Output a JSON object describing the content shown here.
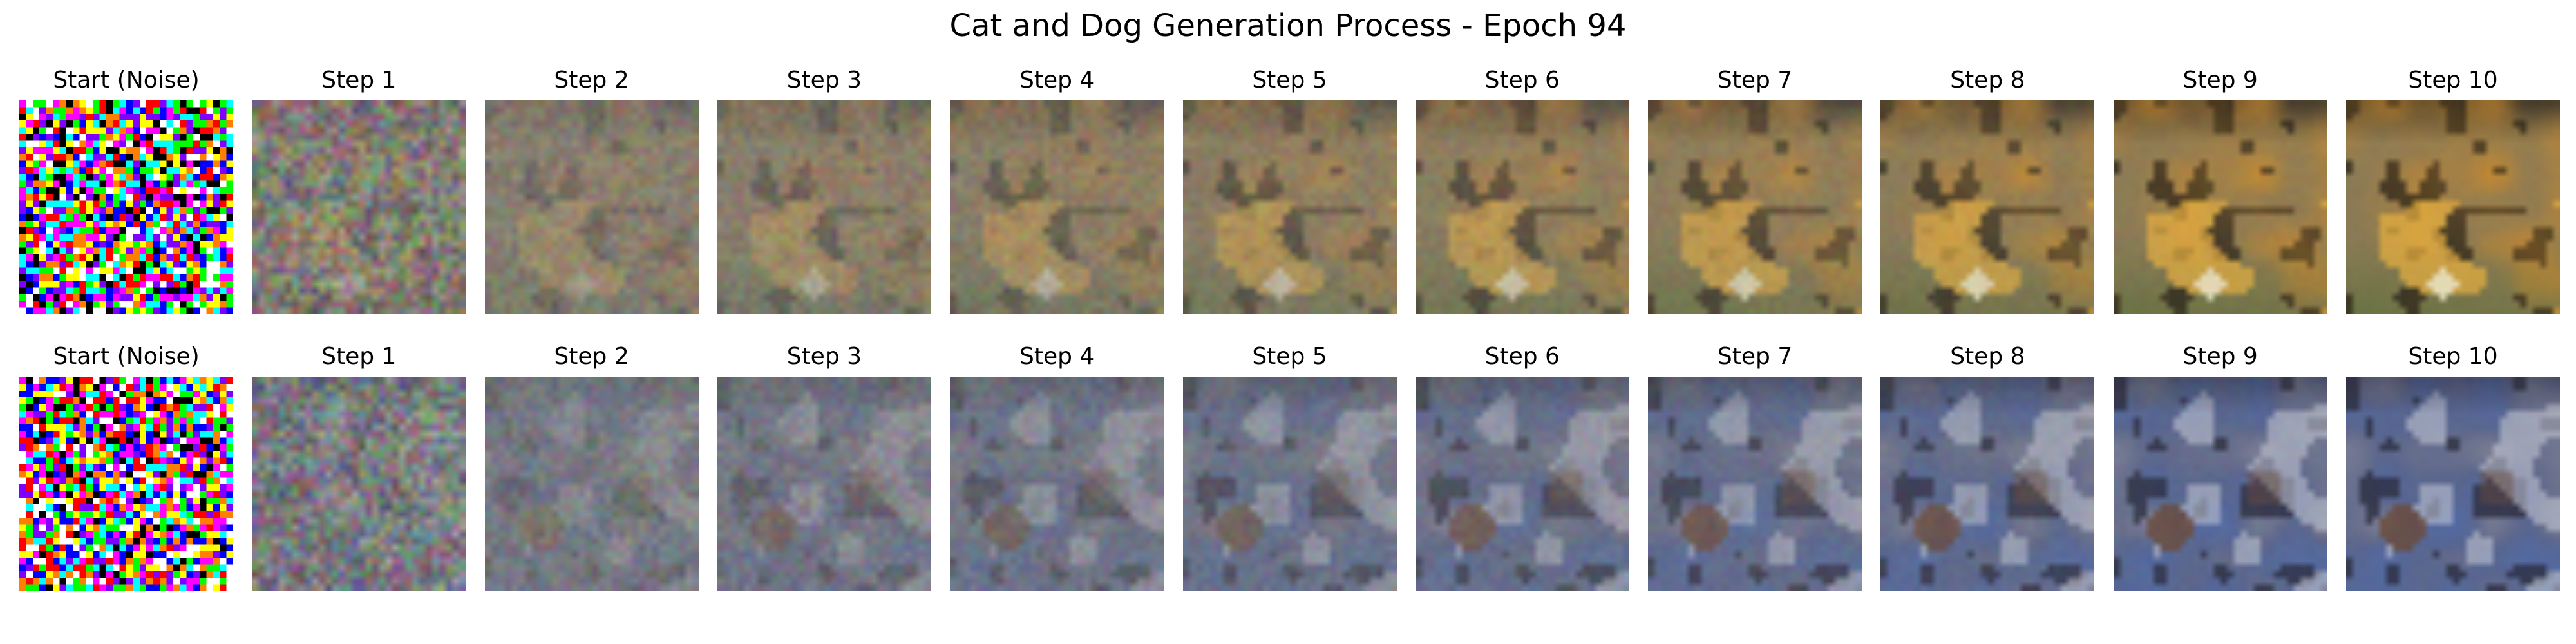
{
  "figure": {
    "title": "Cat and Dog Generation Process - Epoch 94"
  },
  "rows": [
    {
      "panels": [
        {
          "label": "Start (Noise)",
          "kind": "noise",
          "progress": 0.0
        },
        {
          "label": "Step 1",
          "kind": "generated",
          "progress": 0.1
        },
        {
          "label": "Step 2",
          "kind": "generated",
          "progress": 0.2
        },
        {
          "label": "Step 3",
          "kind": "generated",
          "progress": 0.3
        },
        {
          "label": "Step 4",
          "kind": "generated",
          "progress": 0.4
        },
        {
          "label": "Step 5",
          "kind": "generated",
          "progress": 0.5
        },
        {
          "label": "Step 6",
          "kind": "generated",
          "progress": 0.6
        },
        {
          "label": "Step 7",
          "kind": "generated",
          "progress": 0.7
        },
        {
          "label": "Step 8",
          "kind": "generated",
          "progress": 0.8
        },
        {
          "label": "Step 9",
          "kind": "generated",
          "progress": 0.9
        },
        {
          "label": "Step 10",
          "kind": "generated",
          "progress": 1.0
        }
      ],
      "palette": {
        "background": "#8a7a55",
        "subject": "#c98a2e",
        "highlight": "#e8b040",
        "dark": "#2c2418",
        "foliage": "#5a6e3a",
        "light": "#e8e4c8"
      }
    },
    {
      "panels": [
        {
          "label": "Start (Noise)",
          "kind": "noise",
          "progress": 0.0
        },
        {
          "label": "Step 1",
          "kind": "generated",
          "progress": 0.1
        },
        {
          "label": "Step 2",
          "kind": "generated",
          "progress": 0.2
        },
        {
          "label": "Step 3",
          "kind": "generated",
          "progress": 0.3
        },
        {
          "label": "Step 4",
          "kind": "generated",
          "progress": 0.4
        },
        {
          "label": "Step 5",
          "kind": "generated",
          "progress": 0.5
        },
        {
          "label": "Step 6",
          "kind": "generated",
          "progress": 0.6
        },
        {
          "label": "Step 7",
          "kind": "generated",
          "progress": 0.7
        },
        {
          "label": "Step 8",
          "kind": "generated",
          "progress": 0.8
        },
        {
          "label": "Step 9",
          "kind": "generated",
          "progress": 0.9
        },
        {
          "label": "Step 10",
          "kind": "generated",
          "progress": 1.0
        }
      ],
      "palette": {
        "background": "#5a6488",
        "subject": "#8a8a9a",
        "highlight": "#4a70c0",
        "dark": "#262636",
        "foliage": "#6a4a3a",
        "light": "#c8ccd8"
      }
    }
  ]
}
